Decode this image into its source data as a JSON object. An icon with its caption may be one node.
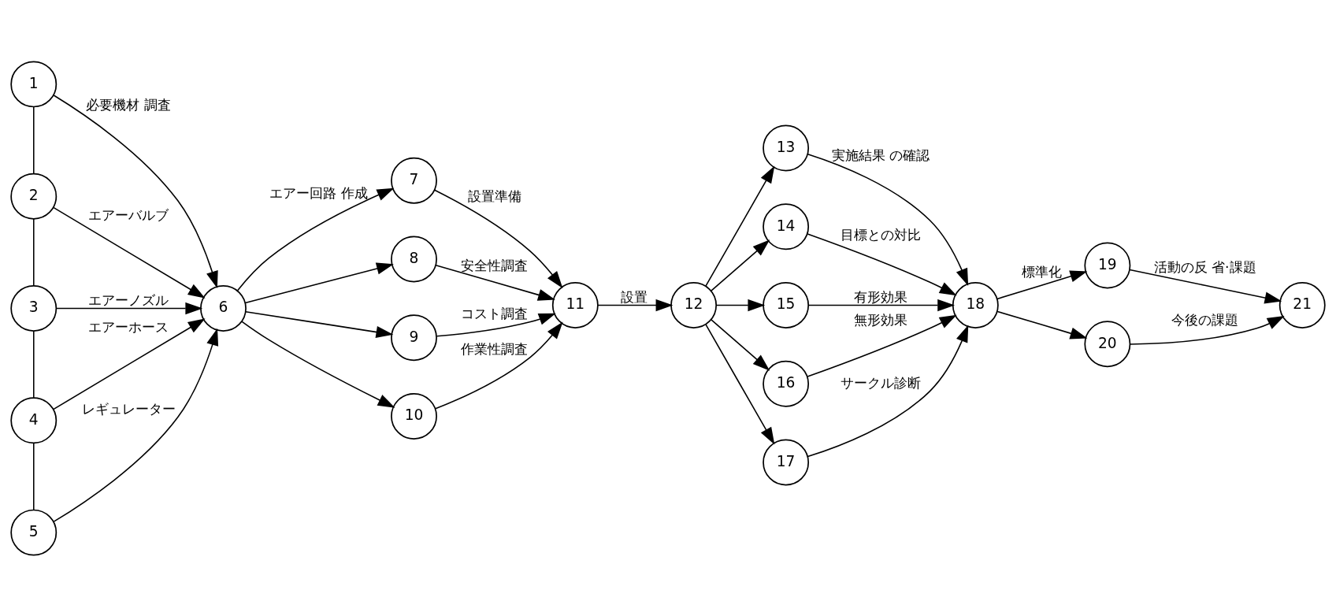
{
  "diagram": {
    "nodes": [
      {
        "text": [
          "1"
        ]
      },
      {
        "text": [
          "2"
        ]
      },
      {
        "text": [
          "3"
        ]
      },
      {
        "text": [
          "4"
        ]
      },
      {
        "text": [
          "5"
        ]
      },
      {
        "text": [
          "6"
        ]
      },
      {
        "text": [
          "7"
        ]
      },
      {
        "text": [
          "8"
        ]
      },
      {
        "text": [
          "9"
        ]
      },
      {
        "text": [
          "10"
        ]
      },
      {
        "text": [
          "11"
        ]
      },
      {
        "text": [
          "12"
        ]
      },
      {
        "text": [
          "13"
        ]
      },
      {
        "text": [
          "14"
        ]
      },
      {
        "text": [
          "15"
        ]
      },
      {
        "text": [
          "16"
        ]
      },
      {
        "text": [
          "17"
        ]
      },
      {
        "text": [
          "18"
        ]
      },
      {
        "text": [
          "19"
        ]
      },
      {
        "text": [
          "20"
        ]
      },
      {
        "text": [
          "21"
        ]
      }
    ],
    "edges": [
      {
        "from": 0,
        "to": 1,
        "arrow": "none"
      },
      {
        "from": 1,
        "to": 2,
        "arrow": "none"
      },
      {
        "from": 2,
        "to": 3,
        "arrow": "none"
      },
      {
        "from": 3,
        "to": 4,
        "arrow": "none"
      },
      {
        "from": 0,
        "to": 5,
        "arrow": "to",
        "label": "必要機材 調査"
      },
      {
        "from": 1,
        "to": 5,
        "arrow": "to",
        "label": "エアーバルブ"
      },
      {
        "from": 2,
        "to": 5,
        "arrow": "to",
        "label": "エアーノズル"
      },
      {
        "from": 3,
        "to": 5,
        "arrow": "to",
        "label": "エアーホース"
      },
      {
        "from": 4,
        "to": 5,
        "arrow": "to",
        "label": "レギュレーター"
      },
      {
        "from": 5,
        "to": 6,
        "arrow": "to",
        "label": "エアー回路 作成"
      },
      {
        "from": 5,
        "to": 7,
        "arrow": "to"
      },
      {
        "from": 5,
        "to": 8,
        "arrow": "to"
      },
      {
        "from": 5,
        "to": 9,
        "arrow": "to"
      },
      {
        "from": 6,
        "to": 10,
        "arrow": "to",
        "label": "設置準備"
      },
      {
        "from": 7,
        "to": 10,
        "arrow": "to",
        "label": "安全性調査"
      },
      {
        "from": 8,
        "to": 10,
        "arrow": "to",
        "label": "コスト調査"
      },
      {
        "from": 9,
        "to": 10,
        "arrow": "to",
        "label": "作業性調査"
      },
      {
        "from": 10,
        "to": 11,
        "arrow": "to",
        "label": "設置"
      },
      {
        "from": 11,
        "to": 12,
        "arrow": "to"
      },
      {
        "from": 11,
        "to": 13,
        "arrow": "to"
      },
      {
        "from": 11,
        "to": 14,
        "arrow": "to"
      },
      {
        "from": 11,
        "to": 15,
        "arrow": "to"
      },
      {
        "from": 11,
        "to": 16,
        "arrow": "to"
      },
      {
        "from": 12,
        "to": 17,
        "arrow": "to",
        "label": "実施結果 の確認"
      },
      {
        "from": 13,
        "to": 17,
        "arrow": "to",
        "label": "目標との対比"
      },
      {
        "from": 14,
        "to": 17,
        "arrow": "to",
        "label": "有形効果"
      },
      {
        "from": 15,
        "to": 17,
        "arrow": "to",
        "label": "無形効果"
      },
      {
        "from": 16,
        "to": 17,
        "arrow": "to",
        "label": "サークル診断"
      },
      {
        "from": 17,
        "to": 18,
        "arrow": "to",
        "label": "標準化"
      },
      {
        "from": 17,
        "to": 19,
        "arrow": "to"
      },
      {
        "from": 18,
        "to": 20,
        "arrow": "to",
        "label": "活動の反 省·課題"
      },
      {
        "from": 19,
        "to": 20,
        "arrow": "to",
        "label": "今後の課題"
      }
    ]
  }
}
